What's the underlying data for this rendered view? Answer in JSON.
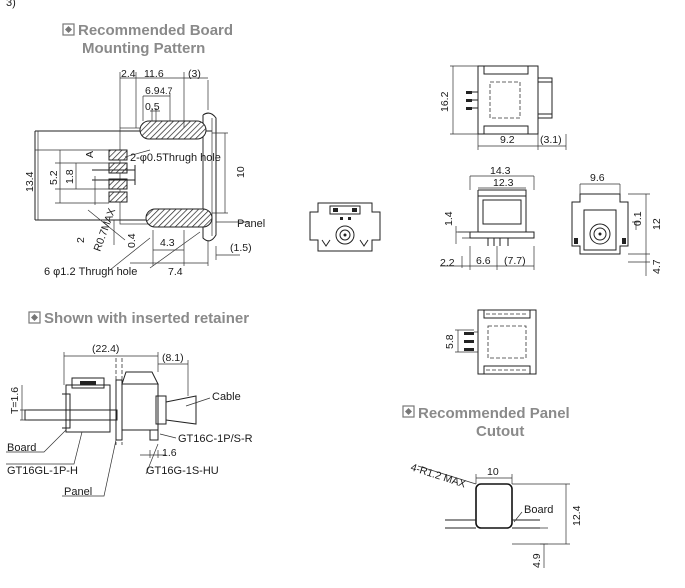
{
  "top_fragment": "3)",
  "sections": {
    "board_pattern": {
      "title_line1": "Recommended Board",
      "title_line2": "Mounting Pattern"
    },
    "retainer": {
      "title": "Shown with inserted retainer"
    },
    "panel_cutout": {
      "title_line1": "Recommended Panel",
      "title_line2": "Cutout"
    }
  },
  "board_pattern": {
    "dims": {
      "d_2_4": "2.4",
      "d_11_6": "11.6",
      "d_3": "(3)",
      "d_6_9": "6.9",
      "d_4_7": "4.7",
      "d_0_5": "0.5",
      "d_13_4": "13.4",
      "d_5_2": "5.2",
      "d_1_8": "1.8",
      "d_A": "A",
      "d_10": "10",
      "d_2": "2",
      "d_r07": "R0.7MAX",
      "d_0_4": "0.4",
      "d_4_3": "4.3",
      "d_7_4": "7.4",
      "d_1_5": "(1.5)"
    },
    "labels": {
      "hole_small": "2-φ0.5Thrugh hole",
      "hole_large": "6 φ1.2 Thrugh hole",
      "panel": "Panel"
    }
  },
  "connector_views": {
    "top": {
      "d_16_2": "16.2",
      "d_9_2": "9.2",
      "d_3_1": "(3.1)"
    },
    "front": {
      "d_14_3": "14.3",
      "d_12_3": "12.3",
      "d_1_4": "1.4",
      "d_2_2": "2.2",
      "d_6_6": "6.6",
      "d_7_7": "(7.7)"
    },
    "side": {
      "d_9_6": "9.6",
      "d_0_1": "0.1",
      "d_12": "12",
      "d_4_7": "4.7"
    },
    "bottom": {
      "d_5_8": "5.8"
    }
  },
  "retainer_view": {
    "dims": {
      "d_22_4": "(22.4)",
      "d_8_1": "(8.1)",
      "d_t": "T=1.6",
      "d_1_6": "1.6"
    },
    "labels": {
      "cable": "Cable",
      "gt16c": "GT16C-1P/S-R",
      "board": "Board",
      "gt16gl": "GT16GL-1P-H",
      "gt16g": "GT16G-1S-HU",
      "panel": "Panel"
    }
  },
  "panel_cutout": {
    "dims": {
      "d_r12": "4-R1.2 MAX",
      "d_10": "10",
      "d_12_4": "12.4",
      "d_4_9": "4.9"
    },
    "labels": {
      "board": "Board"
    }
  }
}
